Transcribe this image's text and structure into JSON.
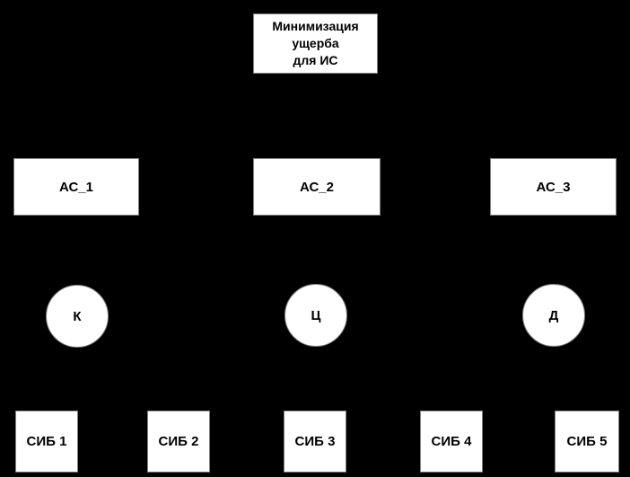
{
  "colors": {
    "background": "#000000",
    "node_fill": "#ffffff",
    "node_border": "#808080",
    "node_text": "#000000"
  },
  "diagram": {
    "goal": {
      "label": "Минимизация ущерба для ИС",
      "lines": [
        "Минимизация",
        "ущерба",
        "для ИС"
      ]
    },
    "systems": [
      {
        "label": "АС_1"
      },
      {
        "label": "АС_2"
      },
      {
        "label": "АС_3"
      }
    ],
    "criteria": [
      {
        "label": "К"
      },
      {
        "label": "Ц"
      },
      {
        "label": "Д"
      }
    ],
    "tools": [
      {
        "label": "СИБ 1"
      },
      {
        "label": "СИБ 2"
      },
      {
        "label": "СИБ 3"
      },
      {
        "label": "СИБ 4"
      },
      {
        "label": "СИБ 5"
      }
    ]
  }
}
